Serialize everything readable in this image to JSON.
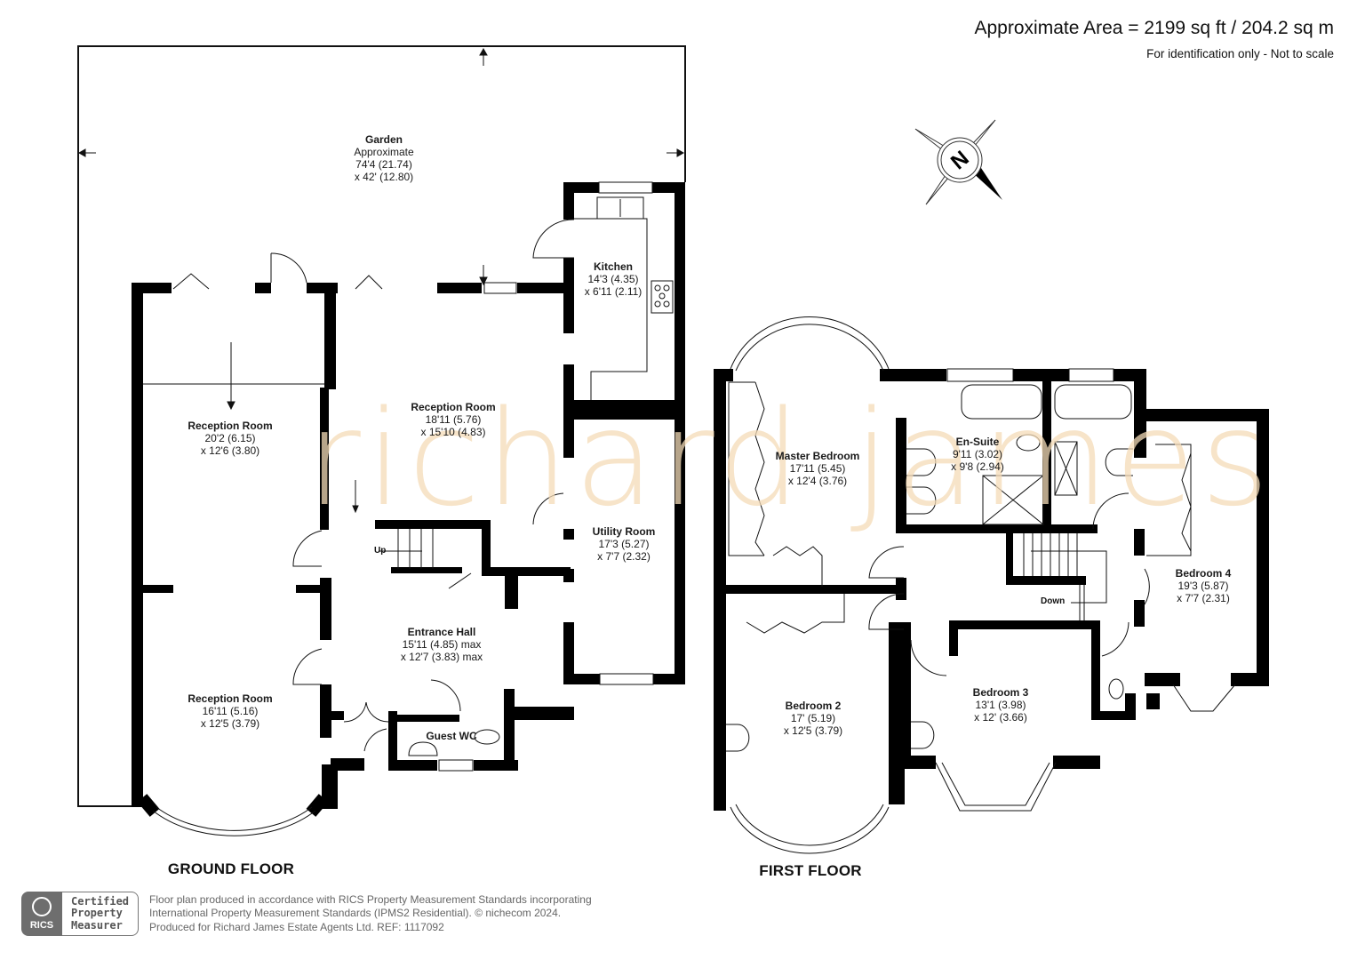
{
  "header": {
    "area_title": "Approximate Area = 2199 sq ft / 204.2 sq m",
    "disclaimer": "For identification only - Not to scale"
  },
  "watermark": "richard james",
  "compass": {
    "icon": "compass-north-icon",
    "letter": "N"
  },
  "ground_floor": {
    "title": "GROUND FLOOR",
    "rooms": [
      {
        "name": "Garden",
        "lines": [
          "Approximate",
          "74'4 (21.74)",
          "x 42' (12.80)"
        ]
      },
      {
        "name": "Kitchen",
        "lines": [
          "14'3 (4.35)",
          "x 6'11 (2.11)"
        ]
      },
      {
        "name": "Reception Room",
        "lines": [
          "20'2 (6.15)",
          "x 12'6 (3.80)"
        ]
      },
      {
        "name": "Reception Room",
        "lines": [
          "18'11 (5.76)",
          "x 15'10 (4.83)"
        ]
      },
      {
        "name": "Utility Room",
        "lines": [
          "17'3 (5.27)",
          "x 7'7 (2.32)"
        ]
      },
      {
        "name": "Entrance Hall",
        "lines": [
          "15'11 (4.85) max",
          "x 12'7 (3.83) max"
        ]
      },
      {
        "name": "Reception Room",
        "lines": [
          "16'11 (5.16)",
          "x 12'5 (3.79)"
        ]
      },
      {
        "name": "Guest WC",
        "lines": []
      }
    ],
    "stairs_label": "Up"
  },
  "first_floor": {
    "title": "FIRST FLOOR",
    "rooms": [
      {
        "name": "Master Bedroom",
        "lines": [
          "17'11 (5.45)",
          "x 12'4 (3.76)"
        ]
      },
      {
        "name": "En-Suite",
        "lines": [
          "9'11 (3.02)",
          "x 9'8 (2.94)"
        ]
      },
      {
        "name": "Bedroom 4",
        "lines": [
          "19'3 (5.87)",
          "x 7'7 (2.31)"
        ]
      },
      {
        "name": "Bedroom 2",
        "lines": [
          "17' (5.19)",
          "x 12'5 (3.79)"
        ]
      },
      {
        "name": "Bedroom 3",
        "lines": [
          "13'1 (3.98)",
          "x 12' (3.66)"
        ]
      }
    ],
    "stairs_label": "Down"
  },
  "footer": {
    "rics_label": "RICS",
    "certified": [
      "Certified",
      "Property",
      "Measurer"
    ],
    "lines": [
      "Floor plan produced in accordance with RICS Property Measurement Standards incorporating",
      "International Property Measurement Standards (IPMS2 Residential).  © nichecom 2024.",
      "Produced for Richard James Estate Agents Ltd.   REF:  1117092"
    ]
  }
}
